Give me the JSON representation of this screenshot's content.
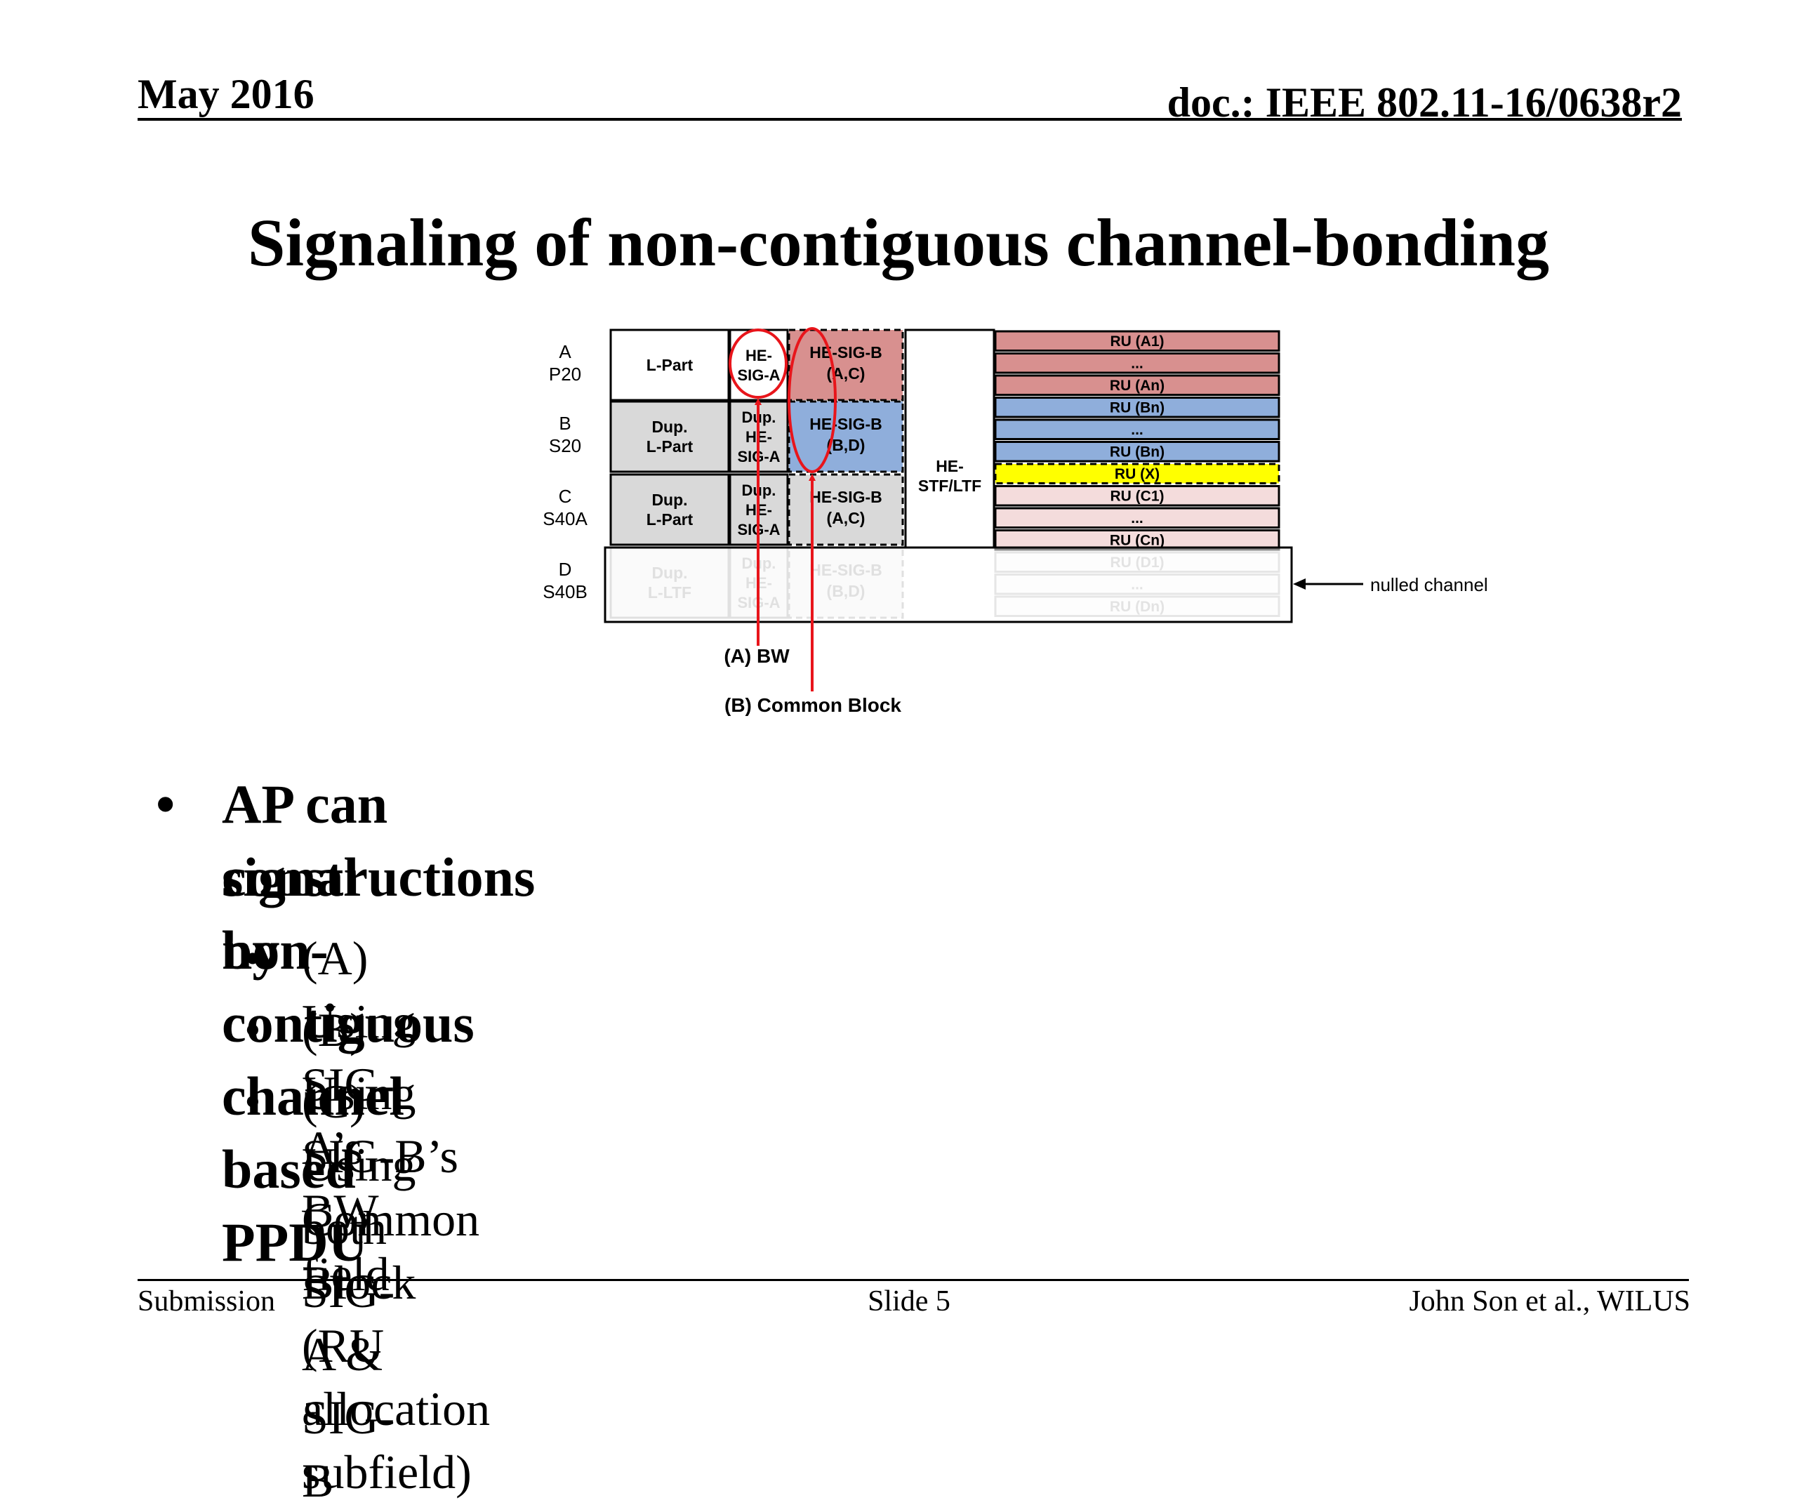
{
  "header": {
    "date": "May 2016",
    "doc": "doc.: IEEE 802.11-16/0638r2"
  },
  "title": "Signaling of non-contiguous channel-bonding",
  "diagram": {
    "channels": [
      {
        "letter": "A",
        "name": "P20"
      },
      {
        "letter": "B",
        "name": "S20"
      },
      {
        "letter": "C",
        "name": "S40A"
      },
      {
        "letter": "D",
        "name": "S40B"
      }
    ],
    "lpart": [
      {
        "line1": "L-Part",
        "line2": ""
      },
      {
        "line1": "Dup.",
        "line2": "L-Part"
      },
      {
        "line1": "Dup.",
        "line2": "L-Part"
      },
      {
        "line1": "Dup.",
        "line2": "L-LTF"
      }
    ],
    "siga": [
      {
        "lines": [
          "HE-",
          "SIG-A"
        ]
      },
      {
        "lines": [
          "Dup.",
          "HE-",
          "SIG-A"
        ]
      },
      {
        "lines": [
          "Dup.",
          "HE-",
          "SIG-A"
        ]
      },
      {
        "lines": [
          "Dup.",
          "HE-",
          "SIG-A"
        ]
      }
    ],
    "sigb": [
      {
        "line1": "HE-SIG-B",
        "line2": "(A,C)"
      },
      {
        "line1": "HE-SIG-B",
        "line2": "(B,D)"
      },
      {
        "line1": "HE-SIG-B",
        "line2": "(A,C)"
      },
      {
        "line1": "HE-SIG-B",
        "line2": "(B,D)"
      }
    ],
    "stf": {
      "line1": "HE-",
      "line2": "STF/LTF"
    },
    "rus": [
      "RU (A1)",
      "...",
      "RU (An)",
      "RU (Bn)",
      "...",
      "RU (Bn)",
      "RU (X)",
      "RU (C1)",
      "...",
      "RU (Cn)",
      "RU (D1)",
      "...",
      "RU (Dn)"
    ],
    "nulled_label": "nulled channel",
    "label_bw": "(A) BW",
    "label_common": "(B) Common Block",
    "colors": {
      "red_ru": "#d8908f",
      "blue_ru": "#8faedb",
      "yellow_ru": "#ffff00",
      "pink_ru": "#f4dcdc",
      "gray": "#d9d9d9",
      "annot": "#e8151b"
    }
  },
  "bullets": {
    "main_line1": "AP can signal non-contiguous channel based PPDU",
    "main_line2": "constructions by",
    "sub": [
      "(A) Using SIG-A’s BW field",
      "(B) Using SIG-B’s Common Block (RU allocation subfield)",
      "(C) Using both SIG-A & SIG-B"
    ],
    "dot": "•"
  },
  "footer": {
    "left": "Submission",
    "center": "Slide 5",
    "right": "John Son et al., WILUS"
  }
}
